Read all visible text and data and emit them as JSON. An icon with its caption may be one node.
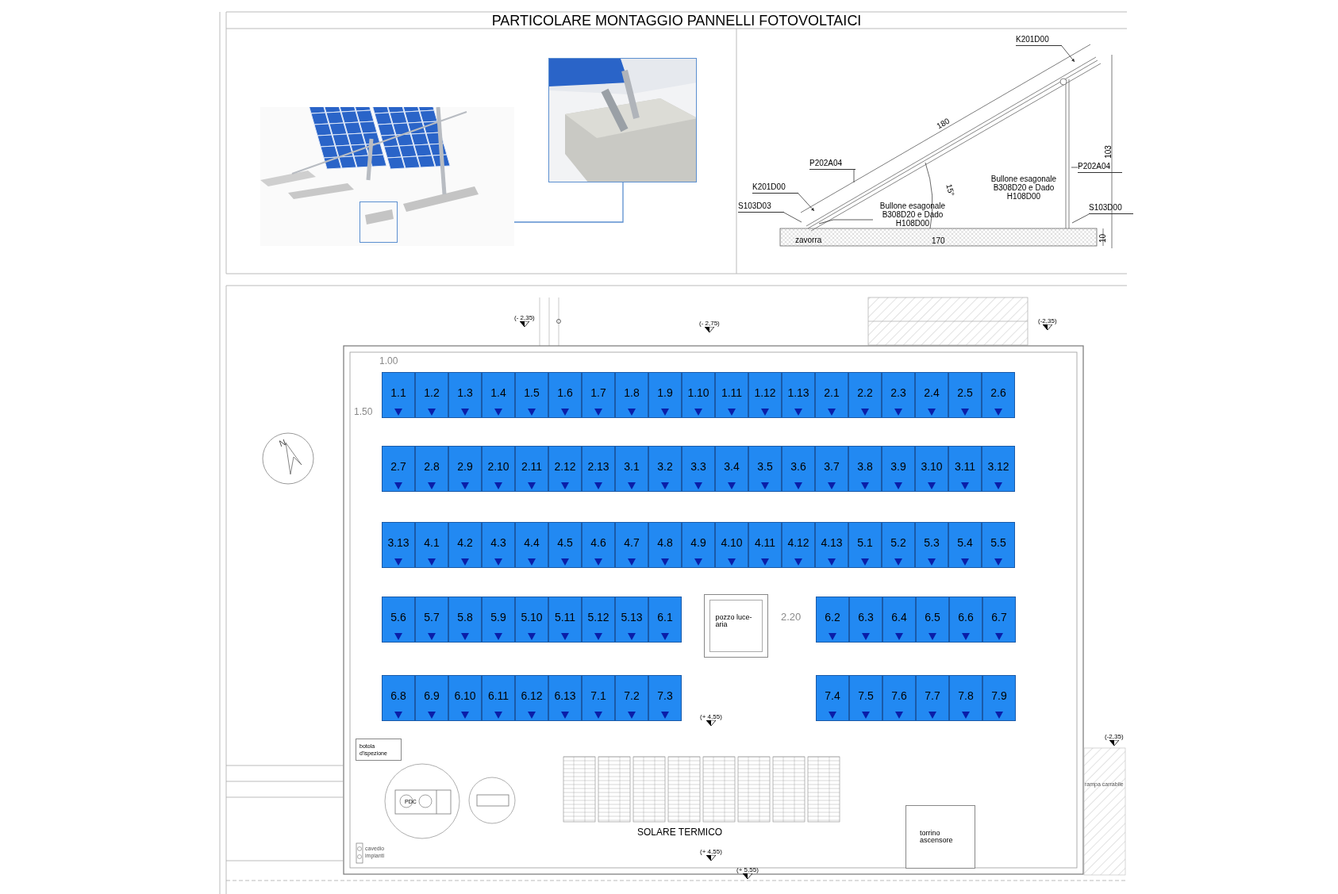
{
  "diagram": {
    "title": "PARTICOLARE MONTAGGIO PANNELLI FOTOVOLTAICI",
    "nodes": [
      {
        "text": [],
        "shape": "picture"
      },
      {
        "text": [],
        "shape": "box",
        "in": 0
      },
      {
        "text": [],
        "shape": "picture"
      },
      {
        "text": [
          "K201D00"
        ]
      },
      {
        "text": [
          "P202A04"
        ]
      },
      {
        "text": [
          "K201D00"
        ]
      },
      {
        "text": [
          "S103D03"
        ]
      },
      {
        "text": [
          "Bullone esagonale B308D20 e Dado H108D00"
        ]
      },
      {
        "text": [
          "P202A04"
        ]
      },
      {
        "text": [
          "S103D00"
        ]
      },
      {
        "text": [
          "1.1"
        ]
      },
      {
        "text": [
          "1.2"
        ]
      },
      {
        "text": [
          "1.3"
        ]
      },
      {
        "text": [
          "1.4"
        ]
      },
      {
        "text": [
          "1.5"
        ]
      },
      {
        "text": [
          "1.6"
        ]
      },
      {
        "text": [
          "1.7"
        ]
      },
      {
        "text": [
          "1.8"
        ]
      },
      {
        "text": [
          "1.9"
        ]
      },
      {
        "text": [
          "1.10"
        ]
      },
      {
        "text": [
          "1.11"
        ]
      },
      {
        "text": [
          "1.12"
        ]
      },
      {
        "text": [
          "1.13"
        ]
      },
      {
        "text": [
          "2.1"
        ]
      },
      {
        "text": [
          "2.2"
        ]
      },
      {
        "text": [
          "2.3"
        ]
      },
      {
        "text": [
          "2.4"
        ]
      },
      {
        "text": [
          "2.5"
        ]
      },
      {
        "text": [
          "2.6"
        ]
      },
      {
        "text": [
          "2.7"
        ]
      },
      {
        "text": [
          "2.8"
        ]
      },
      {
        "text": [
          "2.9"
        ]
      },
      {
        "text": [
          "2.10"
        ]
      },
      {
        "text": [
          "2.11"
        ]
      },
      {
        "text": [
          "2.12"
        ]
      },
      {
        "text": [
          "2.13"
        ]
      },
      {
        "text": [
          "3.1"
        ]
      },
      {
        "text": [
          "3.2"
        ]
      },
      {
        "text": [
          "3.3"
        ]
      },
      {
        "text": [
          "3.4"
        ]
      },
      {
        "text": [
          "3.5"
        ]
      },
      {
        "text": [
          "3.6"
        ]
      },
      {
        "text": [
          "3.7"
        ]
      },
      {
        "text": [
          "3.8"
        ]
      },
      {
        "text": [
          "3.9"
        ]
      },
      {
        "text": [
          "3.10"
        ]
      },
      {
        "text": [
          "3.11"
        ]
      },
      {
        "text": [
          "3.12"
        ]
      },
      {
        "text": [
          "3.13"
        ]
      },
      {
        "text": [
          "4.1"
        ]
      },
      {
        "text": [
          "4.2"
        ]
      },
      {
        "text": [
          "4.3"
        ]
      },
      {
        "text": [
          "4.4"
        ]
      },
      {
        "text": [
          "4.5"
        ]
      },
      {
        "text": [
          "4.6"
        ]
      },
      {
        "text": [
          "4.7"
        ]
      },
      {
        "text": [
          "4.8"
        ]
      },
      {
        "text": [
          "4.9"
        ]
      },
      {
        "text": [
          "4.10"
        ]
      },
      {
        "text": [
          "4.11"
        ]
      },
      {
        "text": [
          "4.12"
        ]
      },
      {
        "text": [
          "4.13"
        ]
      },
      {
        "text": [
          "5.1"
        ]
      },
      {
        "text": [
          "5.2"
        ]
      },
      {
        "text": [
          "5.3"
        ]
      },
      {
        "text": [
          "5.4"
        ]
      },
      {
        "text": [
          "5.5"
        ]
      },
      {
        "text": [
          "5.6"
        ]
      },
      {
        "text": [
          "5.7"
        ]
      },
      {
        "text": [
          "5.8"
        ]
      },
      {
        "text": [
          "5.9"
        ]
      },
      {
        "text": [
          "5.10"
        ]
      },
      {
        "text": [
          "5.11"
        ]
      },
      {
        "text": [
          "5.12"
        ]
      },
      {
        "text": [
          "5.13"
        ]
      },
      {
        "text": [
          "6.1"
        ]
      },
      {
        "text": [
          "6.2"
        ]
      },
      {
        "text": [
          "6.3"
        ]
      },
      {
        "text": [
          "6.4"
        ]
      },
      {
        "text": [
          "6.5"
        ]
      },
      {
        "text": [
          "6.6"
        ]
      },
      {
        "text": [
          "6.7"
        ]
      },
      {
        "text": [
          "6.8"
        ]
      },
      {
        "text": [
          "6.9"
        ]
      },
      {
        "text": [
          "6.10"
        ]
      },
      {
        "text": [
          "6.11"
        ]
      },
      {
        "text": [
          "6.12"
        ]
      },
      {
        "text": [
          "6.13"
        ]
      },
      {
        "text": [
          "7.1"
        ]
      },
      {
        "text": [
          "7.2"
        ]
      },
      {
        "text": [
          "7.3"
        ]
      },
      {
        "text": [
          "7.4"
        ]
      },
      {
        "text": [
          "7.5"
        ]
      },
      {
        "text": [
          "7.6"
        ]
      },
      {
        "text": [
          "7.7"
        ]
      },
      {
        "text": [
          "7.8"
        ]
      },
      {
        "text": [
          "7.9"
        ]
      },
      {
        "text": [
          "pozzo luce-aria"
        ]
      },
      {
        "text": [
          "botola d'ispezione"
        ]
      },
      {
        "text": [
          "torrino ascensore"
        ]
      }
    ],
    "edges": [
      {
        "from": 1,
        "to": 2,
        "arrow": "none",
        "color": "#5b8fd0"
      },
      {
        "from": 3,
        "to": null,
        "arrow": "to"
      },
      {
        "from": 4,
        "to": null,
        "arrow": "none"
      },
      {
        "from": 5,
        "to": null,
        "arrow": "to"
      },
      {
        "from": 6,
        "to": null,
        "arrow": "none"
      },
      {
        "from": 7,
        "to": null,
        "arrow": "none"
      },
      {
        "from": 8,
        "to": null,
        "arrow": "none"
      },
      {
        "from": 9,
        "to": null,
        "arrow": "none"
      }
    ],
    "labels": [
      "180",
      "15°",
      "Bullone esagonale B308D20 e Dado H108D00",
      "zavorra",
      "170",
      "103",
      "10",
      "(- 2,35)",
      "(- 2,75)",
      "(-2,35)",
      "1.00",
      "1.50",
      "N",
      "2.20",
      "(+ 4,55)",
      "(-2,35)",
      "PDC",
      "SOLARE TERMICO",
      "rampa carrabile",
      "cavedio impianti",
      "(+ 4,55)",
      "(+ 5,55)"
    ]
  }
}
